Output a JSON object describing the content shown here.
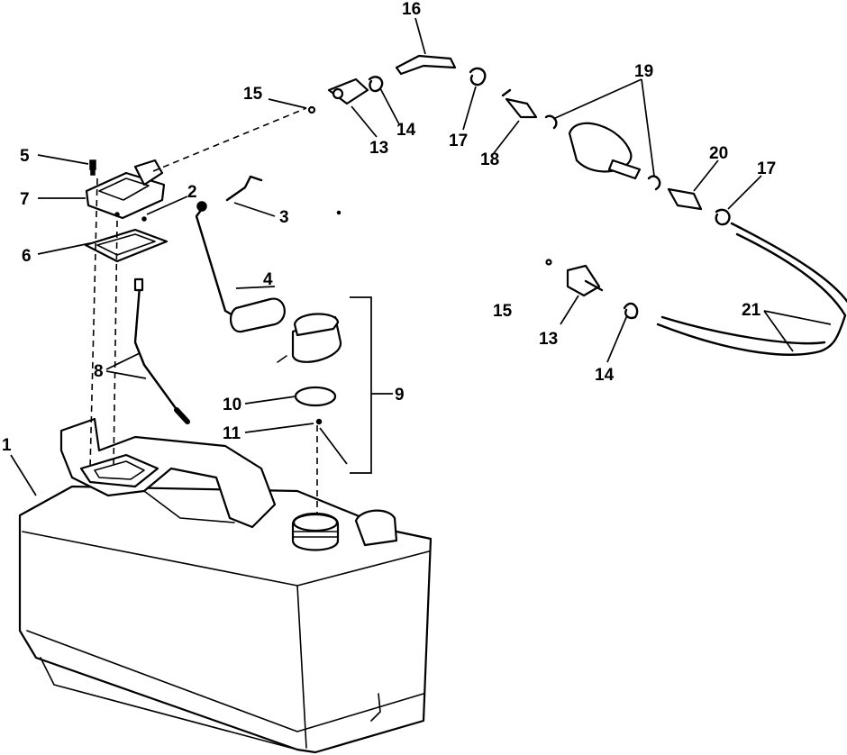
{
  "callouts": {
    "c1": "1",
    "c2": "2",
    "c3": "3",
    "c4": "4",
    "c5": "5",
    "c6": "6",
    "c7": "7",
    "c8": "8",
    "c9": "9",
    "c10": "10",
    "c11": "11",
    "c13a": "13",
    "c13b": "13",
    "c14a": "14",
    "c14b": "14",
    "c15a": "15",
    "c15b": "15",
    "c16": "16",
    "c17a": "17",
    "c17b": "17",
    "c18": "18",
    "c19": "19",
    "c20": "20",
    "c21": "21"
  }
}
